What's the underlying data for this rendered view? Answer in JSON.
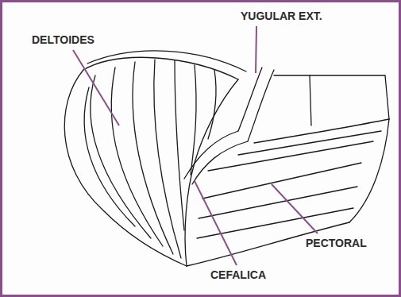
{
  "diagram": {
    "labels": [
      "DELTOIDES",
      "YUGULAR EXT.",
      "PECTORAL",
      "CEFALICA"
    ]
  }
}
